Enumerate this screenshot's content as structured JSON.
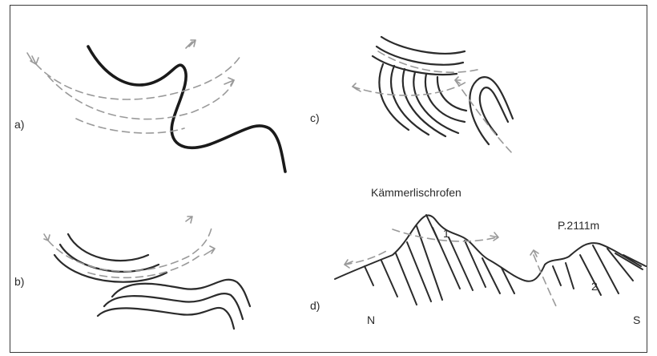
{
  "panels": {
    "a": {
      "label": "a)"
    },
    "b": {
      "label": "b)"
    },
    "c": {
      "label": "c)"
    },
    "d": {
      "label": "d)",
      "title": "Kämmerlischrofen",
      "peak": "P.2111m",
      "north": "N",
      "south": "S",
      "zone1": "1",
      "zone2": "2"
    }
  }
}
